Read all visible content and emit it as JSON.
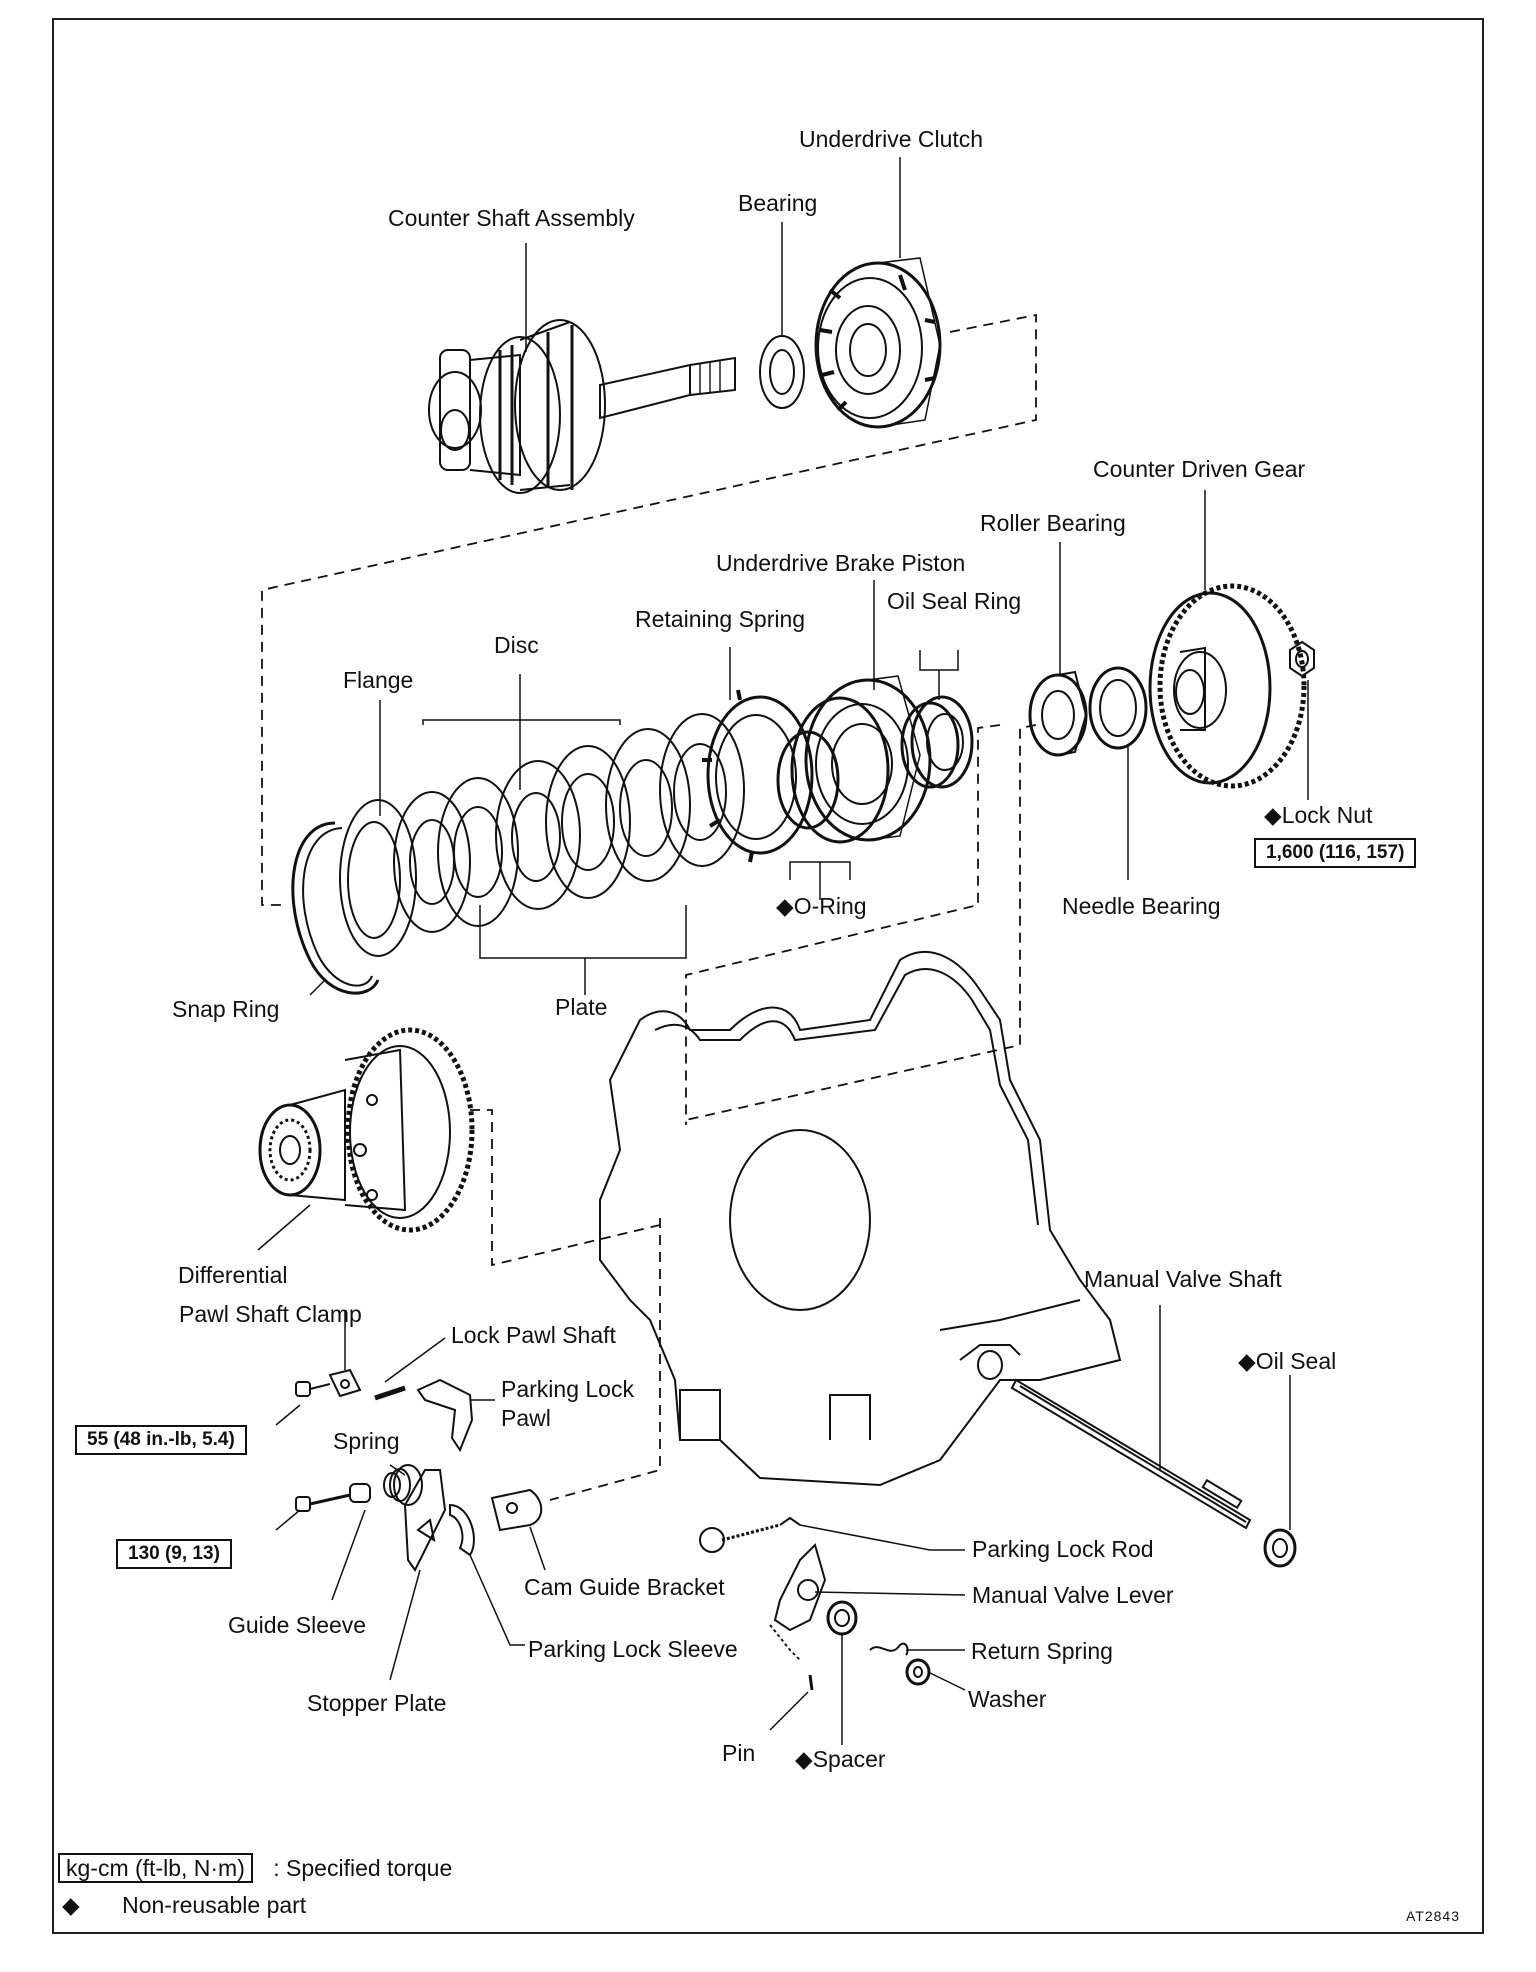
{
  "labels": {
    "underdrive_clutch": "Underdrive Clutch",
    "bearing": "Bearing",
    "counter_shaft_assembly": "Counter Shaft Assembly",
    "counter_driven_gear": "Counter Driven Gear",
    "roller_bearing": "Roller Bearing",
    "underdrive_brake_piston": "Underdrive Brake Piston",
    "oil_seal_ring": "Oil Seal Ring",
    "retaining_spring": "Retaining Spring",
    "disc": "Disc",
    "flange": "Flange",
    "lock_nut": "◆Lock Nut",
    "o_ring": "◆O-Ring",
    "needle_bearing": "Needle Bearing",
    "snap_ring": "Snap Ring",
    "plate": "Plate",
    "differential": "Differential",
    "pawl_shaft_clamp": "Pawl Shaft Clamp",
    "lock_pawl_shaft": "Lock Pawl Shaft",
    "parking_lock_pawl_1": "Parking Lock",
    "parking_lock_pawl_2": "Pawl",
    "spring": "Spring",
    "manual_valve_shaft": "Manual Valve Shaft",
    "oil_seal": "◆Oil Seal",
    "cam_guide_bracket": "Cam Guide Bracket",
    "guide_sleeve": "Guide Sleeve",
    "parking_lock_sleeve": "Parking Lock Sleeve",
    "stopper_plate": "Stopper Plate",
    "parking_lock_rod": "Parking Lock Rod",
    "manual_valve_lever": "Manual Valve Lever",
    "return_spring": "Return Spring",
    "washer": "Washer",
    "pin": "Pin",
    "spacer": "◆Spacer"
  },
  "torques": {
    "lock_nut": "1,600 (116, 157)",
    "pawl_shaft_clamp_bolt": "55 (48 in.-lb, 5.4)",
    "stopper_plate_bolt": "130 (9, 13)"
  },
  "legend": {
    "unit_box": "kg-cm (ft-lb, N·m)",
    "unit_desc": ": Specified torque",
    "symbol": "◆",
    "symbol_desc": "Non-reusable part"
  },
  "figure_code": "AT2843"
}
